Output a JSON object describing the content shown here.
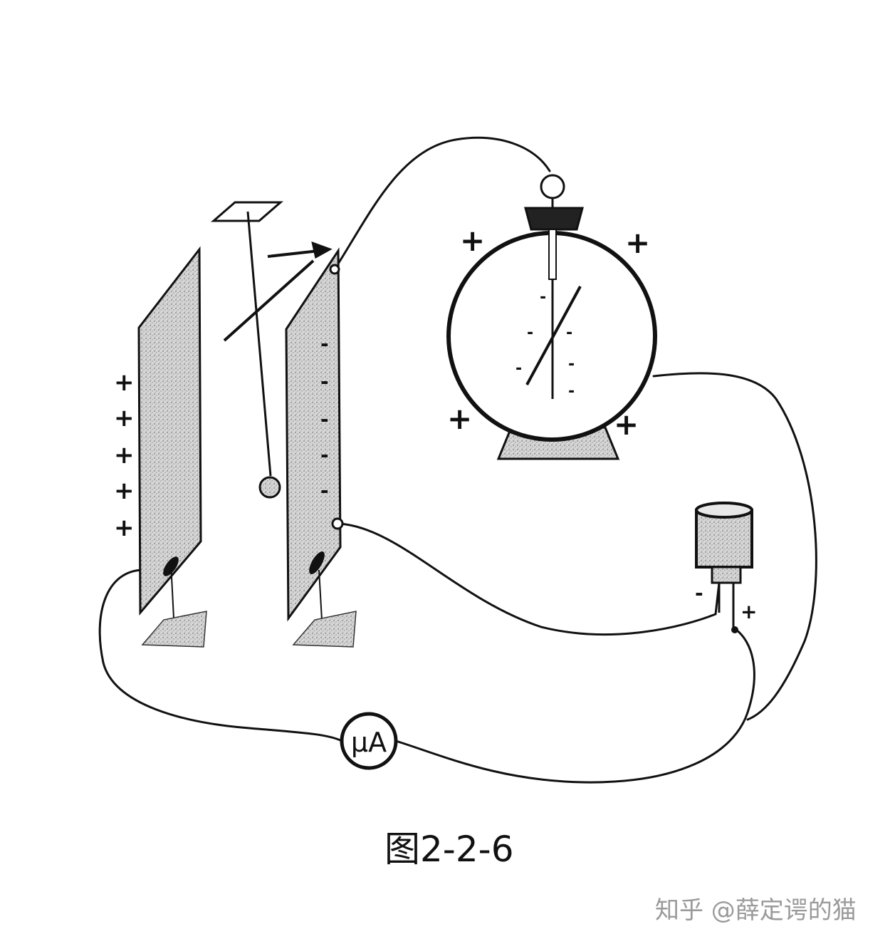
{
  "figure": {
    "caption": "图2-2-6",
    "watermark": "知乎 @薛定谔的猫"
  },
  "labels": {
    "meter": "μA",
    "plus": "+",
    "minus": "-",
    "battery_minus": "-",
    "battery_plus": "+"
  },
  "colors": {
    "ink": "#111111",
    "plate_fill": "#c8c8c8",
    "background": "#ffffff"
  }
}
